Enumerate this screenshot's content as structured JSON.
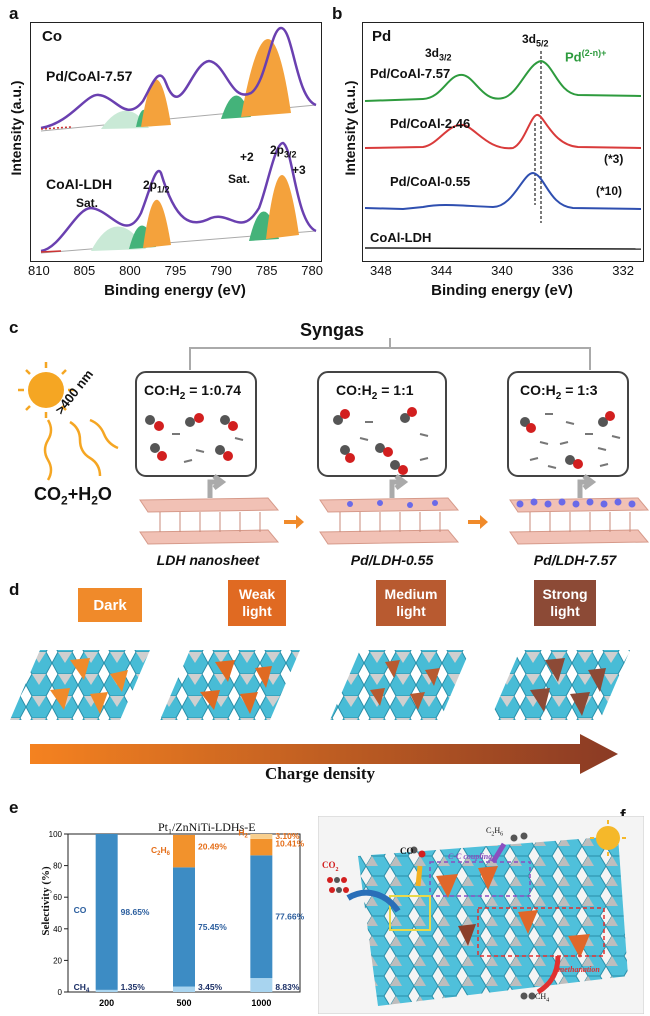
{
  "panels": {
    "a": {
      "label": "a",
      "element": "Co",
      "ylabel": "Intensity (a.u.)",
      "xlabel": "Binding energy (eV)",
      "xticks": [
        "810",
        "805",
        "800",
        "795",
        "790",
        "785",
        "780"
      ],
      "top_sample": "Pd/CoAl-7.57",
      "bottom_sample": "CoAl-LDH",
      "peaks": {
        "p12": "2p",
        "p12_sub": "1/2",
        "p32": "2p",
        "p32_sub": "3/2",
        "sat1": "Sat.",
        "sat2": "Sat.",
        "plus2": "+2",
        "plus3": "+3"
      }
    },
    "b": {
      "label": "b",
      "element": "Pd",
      "ylabel": "Intensity (a.u.)",
      "xlabel": "Binding energy (eV)",
      "xticks": [
        "348",
        "344",
        "340",
        "336",
        "332"
      ],
      "d32": "3d",
      "d32_sub": "3/2",
      "d52": "3d",
      "d52_sub": "5/2",
      "pd_state": "Pd",
      "pd_state_sup": "(2-n)+",
      "traces": [
        {
          "name": "Pd/CoAl-7.57",
          "factor": "",
          "color": "#2e9b3e"
        },
        {
          "name": "Pd/CoAl-2.46",
          "factor": "(*3)",
          "color": "#d93b3b"
        },
        {
          "name": "Pd/CoAl-0.55",
          "factor": "(*10)",
          "color": "#2f4fb0"
        },
        {
          "name": "CoAl-LDH",
          "factor": "",
          "color": "#222222"
        }
      ]
    },
    "c": {
      "label": "c",
      "title": "Syngas",
      "light": ">400 nm",
      "reactants": "CO",
      "reactants_sub": "2",
      "reactants_tail": "+H",
      "reactants_sub2": "2",
      "reactants_end": "O",
      "ratios": [
        {
          "pre": "CO:H",
          "sub": "2",
          "post": " = 1:0.74"
        },
        {
          "pre": "CO:H",
          "sub": "2",
          "post": " = 1:1"
        },
        {
          "pre": "CO:H",
          "sub": "2",
          "post": " = 1:3"
        }
      ],
      "sheets": [
        "LDH nanosheet",
        "Pd/LDH-0.55",
        "Pd/LDH-7.57"
      ]
    },
    "d": {
      "label": "d",
      "states": [
        {
          "line1": "Dark",
          "line2": "",
          "color": "#f08a2a"
        },
        {
          "line1": "Weak",
          "line2": "light",
          "color": "#e06a22"
        },
        {
          "line1": "Medium",
          "line2": "light",
          "color": "#b85a30"
        },
        {
          "line1": "Strong",
          "line2": "light",
          "color": "#8c4a36"
        }
      ],
      "arrow_label": "Charge density"
    },
    "e": {
      "label": "e",
      "catalyst": "Pt",
      "catalyst_sub": "1",
      "catalyst_tail": "/ZnNiTi-LDHs-E",
      "ylabel": "Selectivity (%)",
      "yticks": [
        "0",
        "20",
        "40",
        "60",
        "80",
        "100"
      ],
      "labels": {
        "co": "CO",
        "ch4": "CH",
        "ch4_sub": "4",
        "c2h6": "C",
        "c2h6_sub": "2",
        "c2h6_mid": "H",
        "c2h6_sub2": "6",
        "h2": "H",
        "h2_sub": "2"
      }
    },
    "f": {
      "label": "f",
      "co2": "CO",
      "co2_sub": "2",
      "co": "CO",
      "c2h6": "C",
      "c2h6_sub": "2",
      "c2h6_mid": "H",
      "c2h6_sub2": "6",
      "coupling": "C-C coupling",
      "methanation": "methanation",
      "ch4": "CH",
      "ch4_sub": "4"
    }
  },
  "chart_data": {
    "type": "bar",
    "title": "Pt1/ZnNiTi-LDHs-E",
    "ylabel": "Selectivity (%)",
    "xlabel": "",
    "categories": [
      "200",
      "500",
      "1000"
    ],
    "ylim": [
      0,
      100
    ],
    "stacked": true,
    "series": [
      {
        "name": "CH4",
        "values": [
          1.35,
          3.45,
          8.83
        ],
        "color": "#a8d4ef",
        "labels": [
          "1.35%",
          "3.45%",
          "8.83%"
        ]
      },
      {
        "name": "CO",
        "values": [
          98.65,
          75.45,
          77.66
        ],
        "color": "#3d8cc4",
        "labels": [
          "98.65%",
          "75.45%",
          "77.66%"
        ]
      },
      {
        "name": "C2H6",
        "values": [
          0,
          20.49,
          10.41
        ],
        "color": "#f2922c",
        "labels": [
          "",
          "20.49%",
          "10.41%"
        ]
      },
      {
        "name": "H2",
        "values": [
          0,
          0,
          3.1
        ],
        "color": "#f8cf8e",
        "labels": [
          "",
          "",
          "3.10%"
        ]
      }
    ]
  }
}
